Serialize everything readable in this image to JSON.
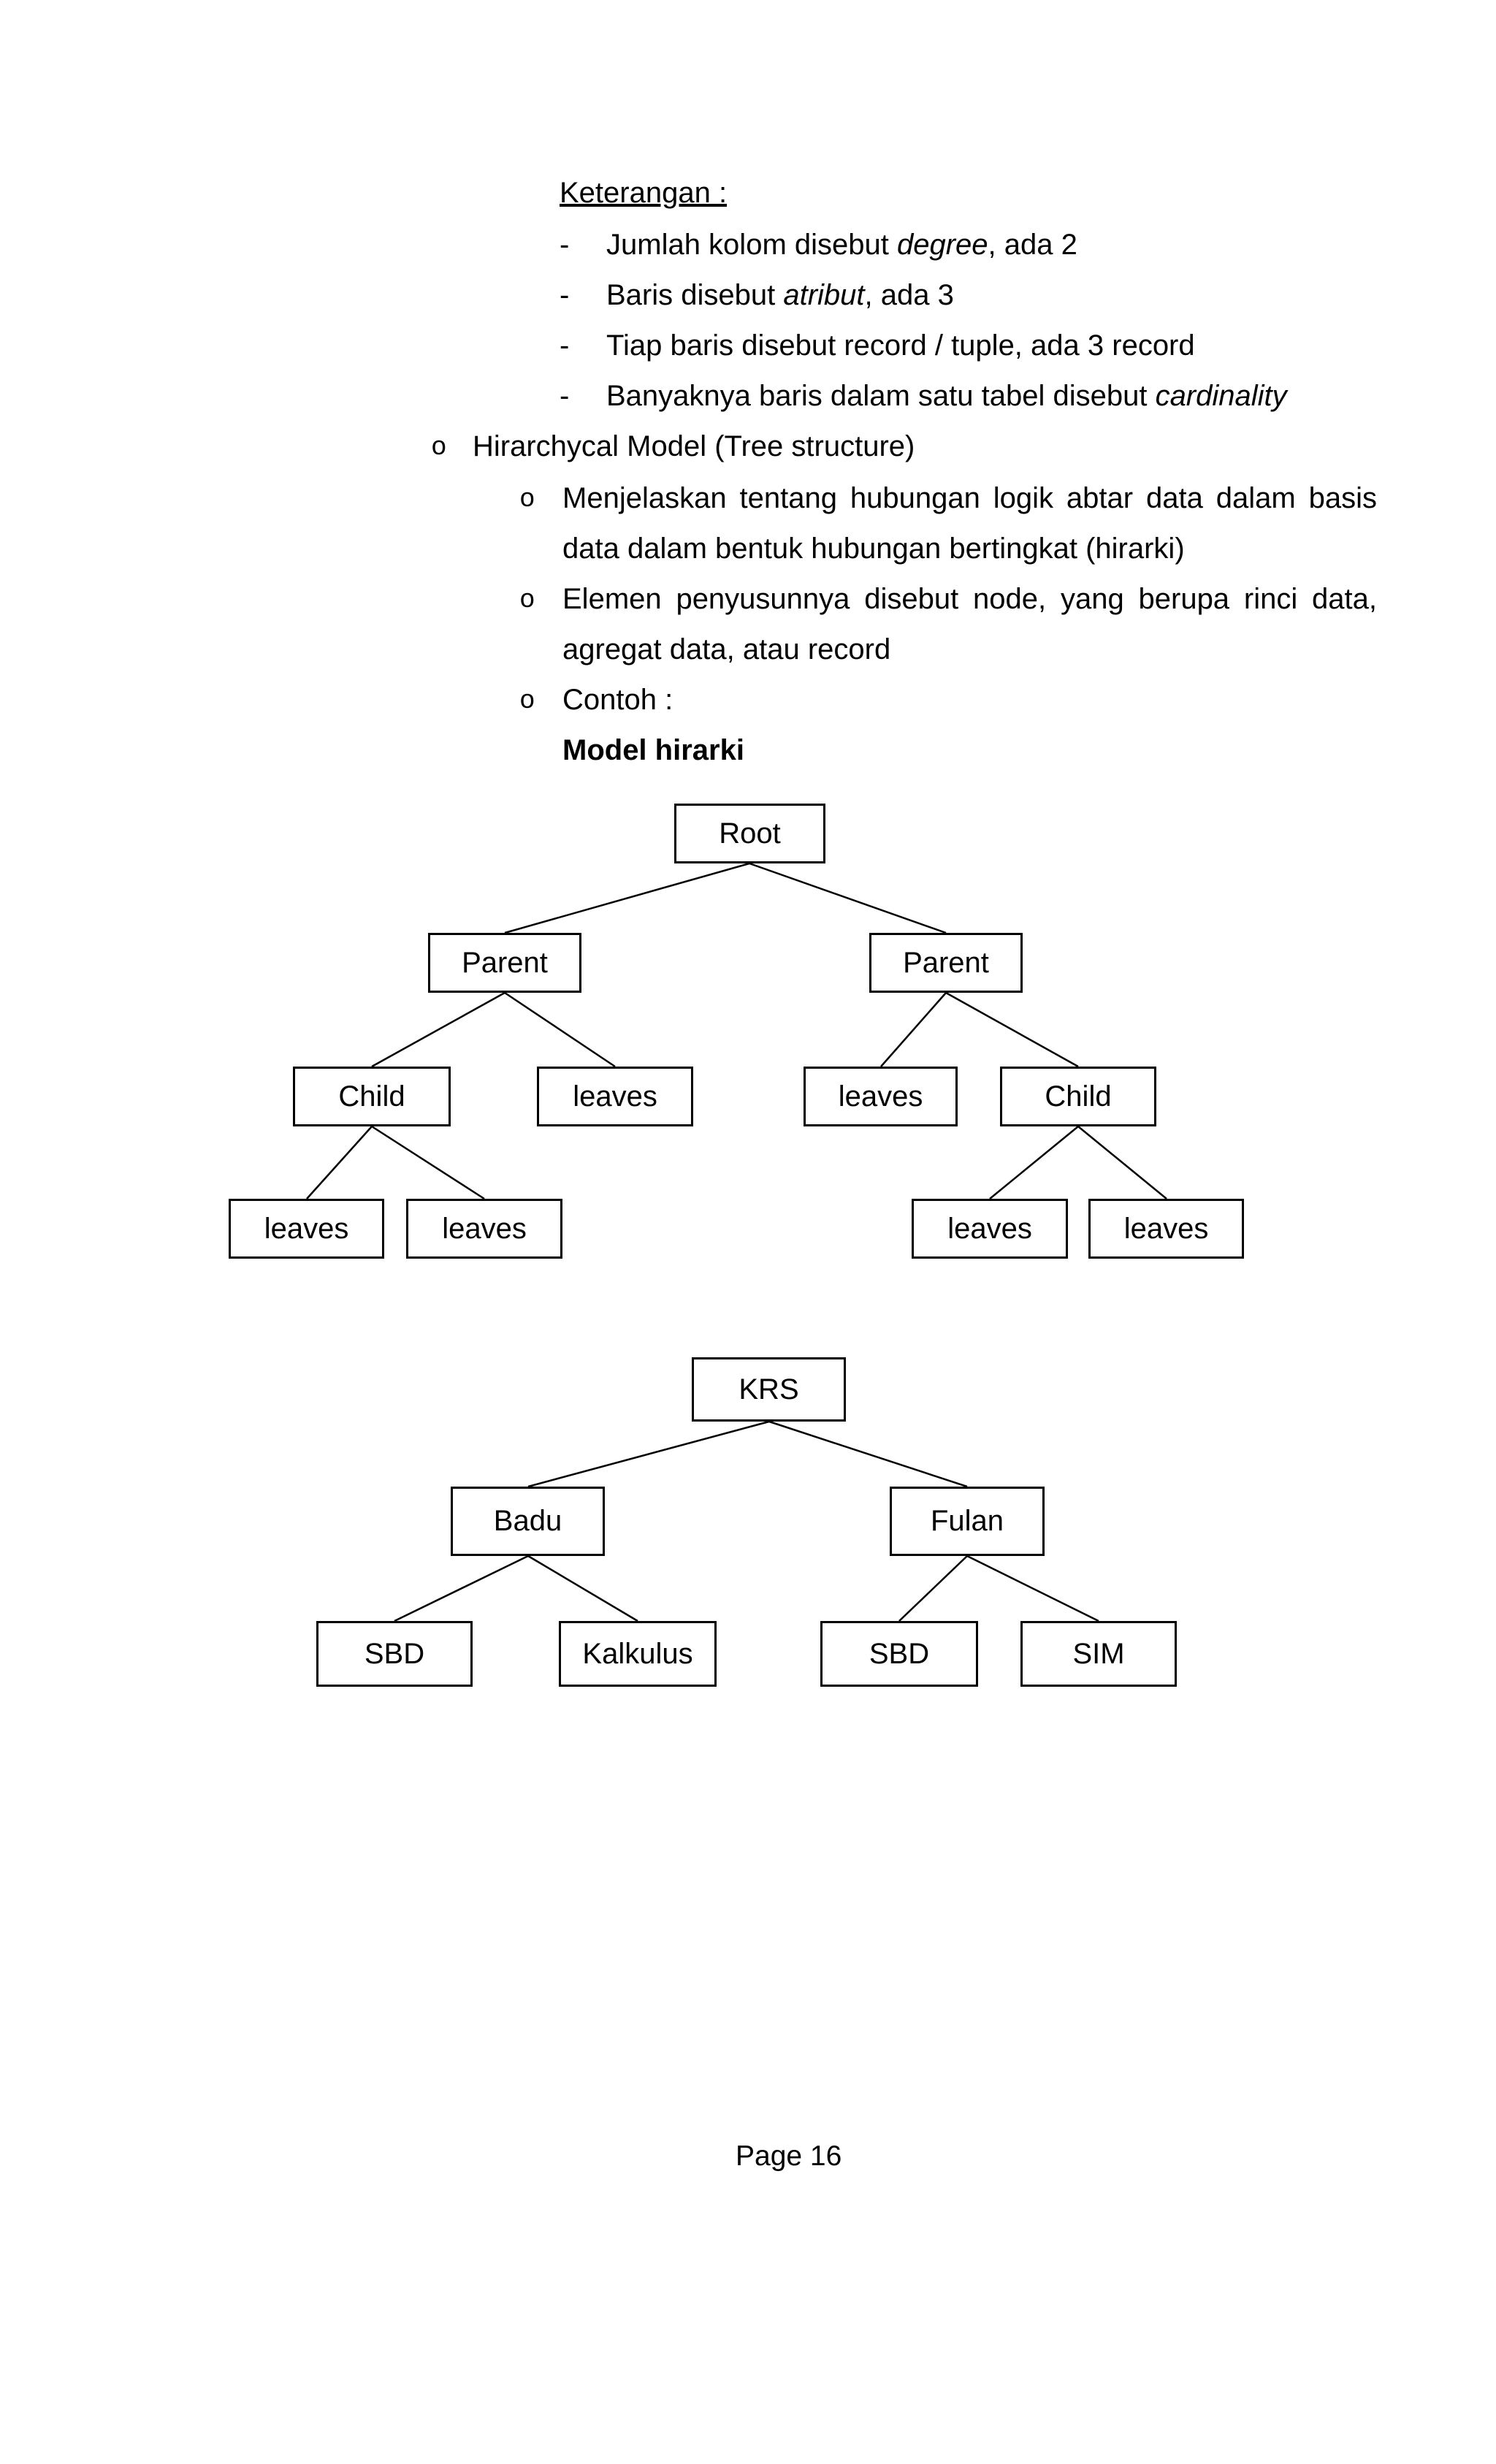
{
  "document": {
    "heading": "Keterangan :",
    "dash_marker": "-",
    "dash_list": [
      {
        "pre": "Jumlah kolom disebut ",
        "italic": "degree",
        "post": ", ada 2"
      },
      {
        "pre": "Baris disebut ",
        "italic": "atribut",
        "post": ", ada 3"
      },
      {
        "pre": "Tiap baris disebut record / tuple, ada 3 record",
        "italic": "",
        "post": ""
      },
      {
        "pre": "Banyaknya baris dalam satu tabel disebut ",
        "italic": "cardinality",
        "post": ""
      }
    ],
    "bullet_level1": {
      "marker": "o",
      "text": "Hirarchycal Model (Tree structure)"
    },
    "bullets_level2": [
      {
        "marker": "o",
        "line1": "Menjelaskan tentang hubungan logik abtar data dalam basis",
        "line2": "data dalam bentuk hubungan bertingkat (hirarki)"
      },
      {
        "marker": "o",
        "line1": "Elemen penyusunnya disebut node, yang berupa rinci data,",
        "line2": "agregat data, atau record"
      },
      {
        "marker": "o",
        "line1": "Contoh :",
        "line2": ""
      }
    ],
    "diagram_title": "Model hirarki",
    "footer": {
      "page_number": "Page 16"
    }
  },
  "tree1": {
    "nodes": [
      {
        "label": "Root"
      },
      {
        "label": "Parent"
      },
      {
        "label": "Parent"
      },
      {
        "label": "Child"
      },
      {
        "label": "leaves"
      },
      {
        "label": "leaves"
      },
      {
        "label": "Child"
      },
      {
        "label": "leaves"
      },
      {
        "label": "leaves"
      },
      {
        "label": "leaves"
      },
      {
        "label": "leaves"
      }
    ],
    "edges": [
      [
        0,
        1
      ],
      [
        0,
        2
      ],
      [
        1,
        3
      ],
      [
        1,
        4
      ],
      [
        2,
        5
      ],
      [
        2,
        6
      ],
      [
        3,
        7
      ],
      [
        3,
        8
      ],
      [
        6,
        9
      ],
      [
        6,
        10
      ]
    ]
  },
  "tree2": {
    "nodes": [
      {
        "label": "KRS"
      },
      {
        "label": "Badu"
      },
      {
        "label": "Fulan"
      },
      {
        "label": "SBD"
      },
      {
        "label": "Kalkulus"
      },
      {
        "label": "SBD"
      },
      {
        "label": "SIM"
      }
    ],
    "edges": [
      [
        0,
        1
      ],
      [
        0,
        2
      ],
      [
        1,
        3
      ],
      [
        1,
        4
      ],
      [
        2,
        5
      ],
      [
        2,
        6
      ]
    ]
  }
}
